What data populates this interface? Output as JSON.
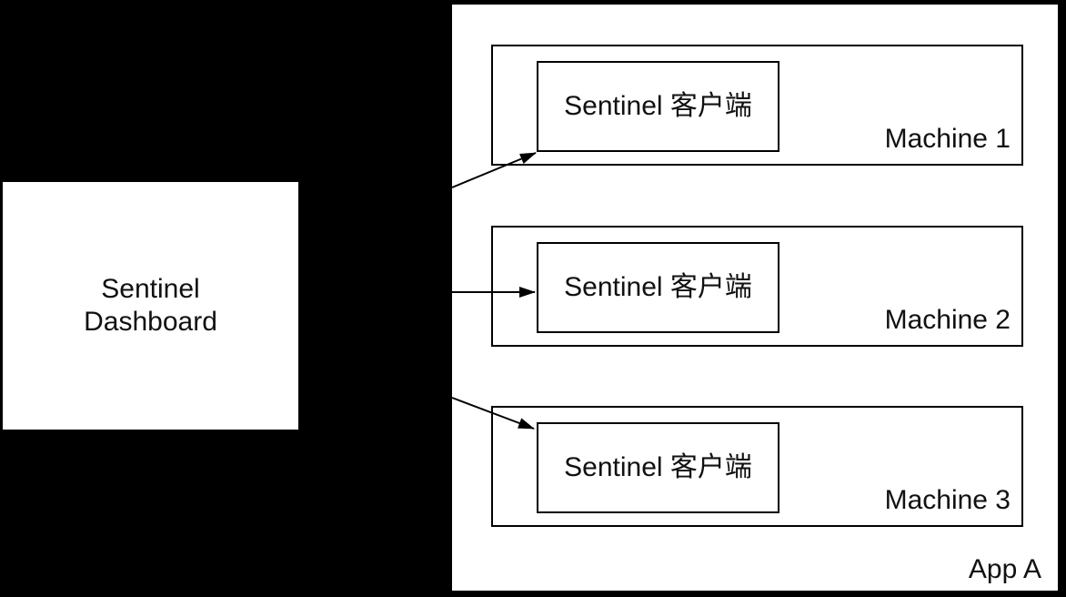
{
  "diagram": {
    "dashboard": {
      "label": "Sentinel Dashboard"
    },
    "app": {
      "label": "App A",
      "machines": [
        {
          "label": "Machine 1",
          "client": "Sentinel 客户端"
        },
        {
          "label": "Machine 2",
          "client": "Sentinel 客户端"
        },
        {
          "label": "Machine 3",
          "client": "Sentinel 客户端"
        }
      ]
    },
    "colors": {
      "background": "#000000",
      "node_fill": "#ffffff",
      "line": "#000000",
      "text": "#111111"
    }
  }
}
